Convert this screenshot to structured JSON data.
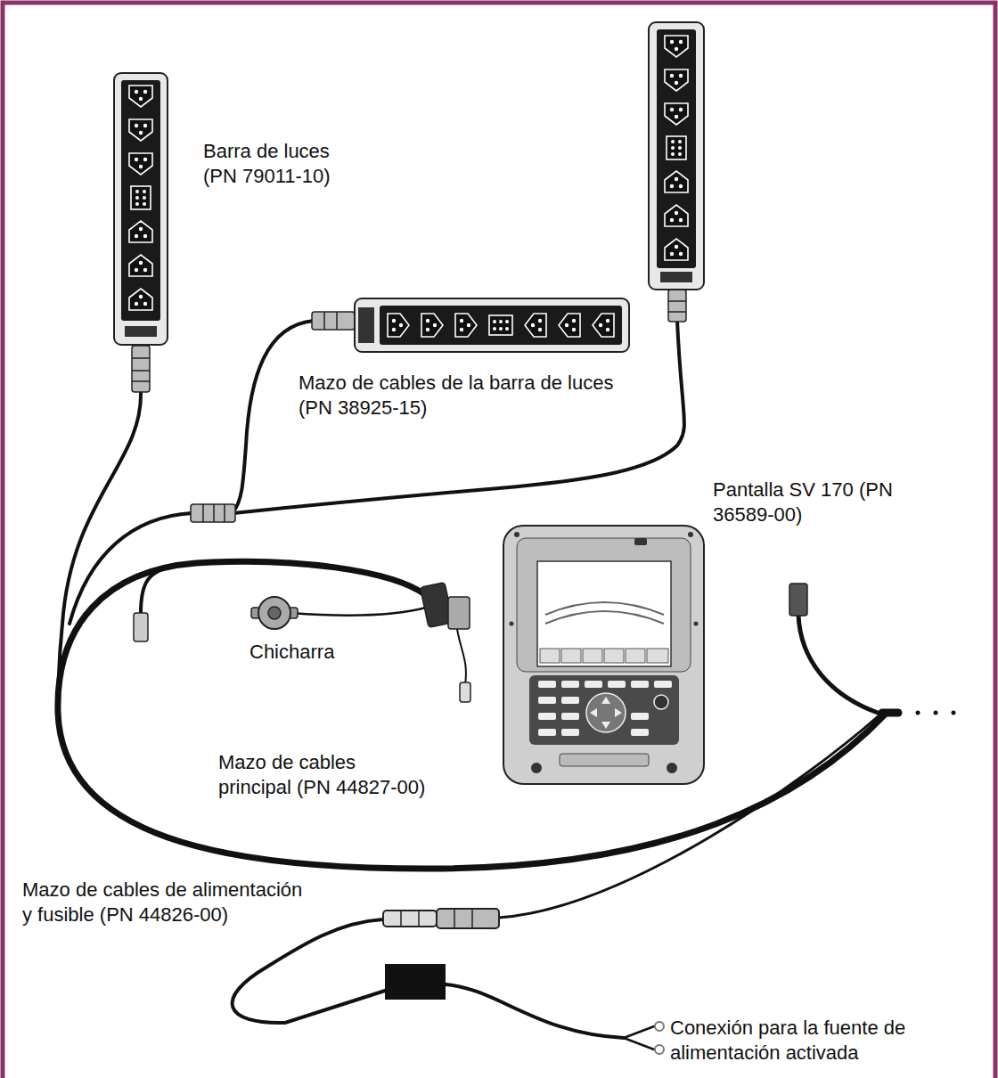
{
  "diagram": {
    "labels": [
      "Barra de luces (PN 79011-10)",
      "Mazo de cables de la barra de luces (PN 38925-15)",
      "Pantalla SV 170 (PN 36589-00)",
      "Chicharra",
      "Mazo de cables principal (PN 44827-00)",
      "Mazo de cables de alimentación y fusible (PN 44826-00)",
      "Conexión para la fuente de alimentación activada"
    ]
  }
}
